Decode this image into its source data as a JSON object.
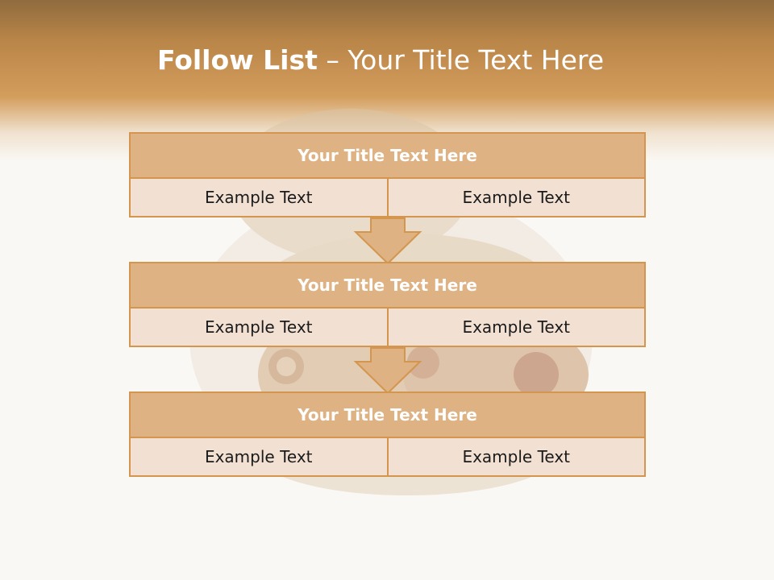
{
  "slide": {
    "title_bold": "Follow List",
    "title_rest": " – Your Title Text Here",
    "colors": {
      "header_band": "#c8965a",
      "box_border": "#d4964f",
      "box_header": "#deb283",
      "box_body": "#f2e1d3"
    }
  },
  "steps": [
    {
      "title": "Your Title Text Here",
      "left": "Example Text",
      "right": "Example Text"
    },
    {
      "title": "Your Title Text Here",
      "left": "Example Text",
      "right": "Example Text"
    },
    {
      "title": "Your Title Text Here",
      "left": "Example Text",
      "right": "Example Text"
    }
  ],
  "connectors": [
    "arrow-down-icon",
    "arrow-down-icon"
  ]
}
